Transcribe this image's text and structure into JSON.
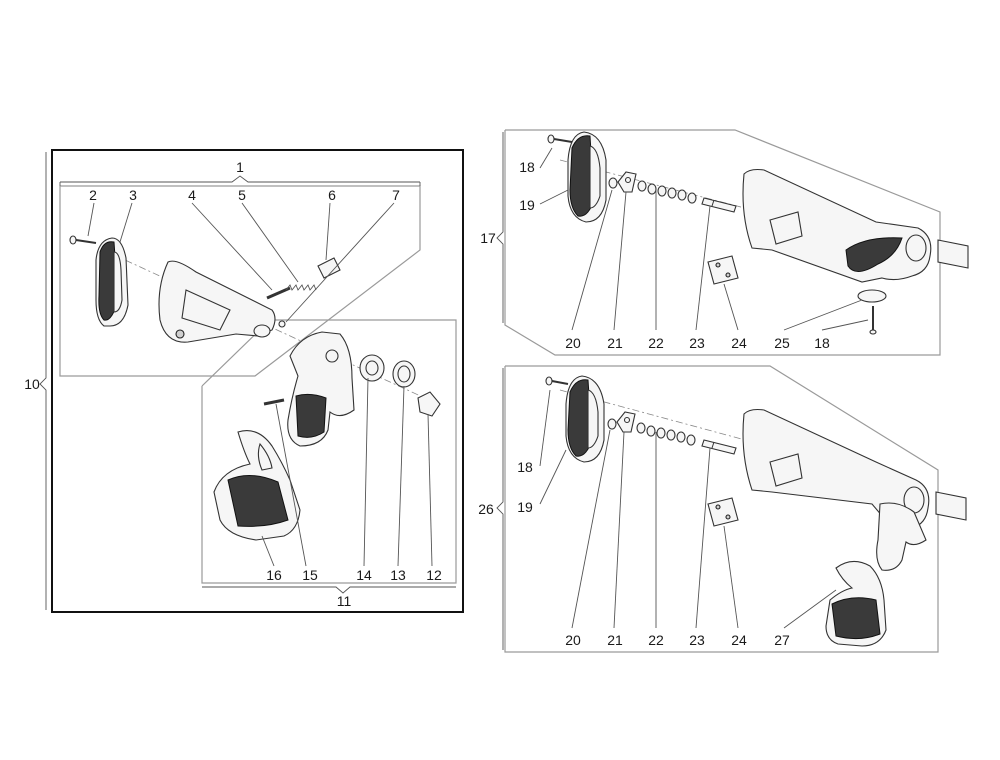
{
  "labels": {
    "l1": "1",
    "l2": "2",
    "l3": "3",
    "l4": "4",
    "l5": "5",
    "l6": "6",
    "l7": "7",
    "l10": "10",
    "l11": "11",
    "l12": "12",
    "l13": "13",
    "l14": "14",
    "l15": "15",
    "l16": "16",
    "l17": "17",
    "l26": "26",
    "u18a": "18",
    "u19": "19",
    "u20": "20",
    "u21": "21",
    "u22": "22",
    "u23": "23",
    "u24": "24",
    "u25": "25",
    "u18b": "18",
    "d18": "18",
    "d19": "19",
    "d20": "20",
    "d21": "21",
    "d22": "22",
    "d23": "23",
    "d24": "24",
    "d27": "27"
  },
  "colors": {
    "line": "#333333",
    "frame": "#9a9a9a",
    "outer_frame": "#111111",
    "texture": "#3a3a3a"
  }
}
